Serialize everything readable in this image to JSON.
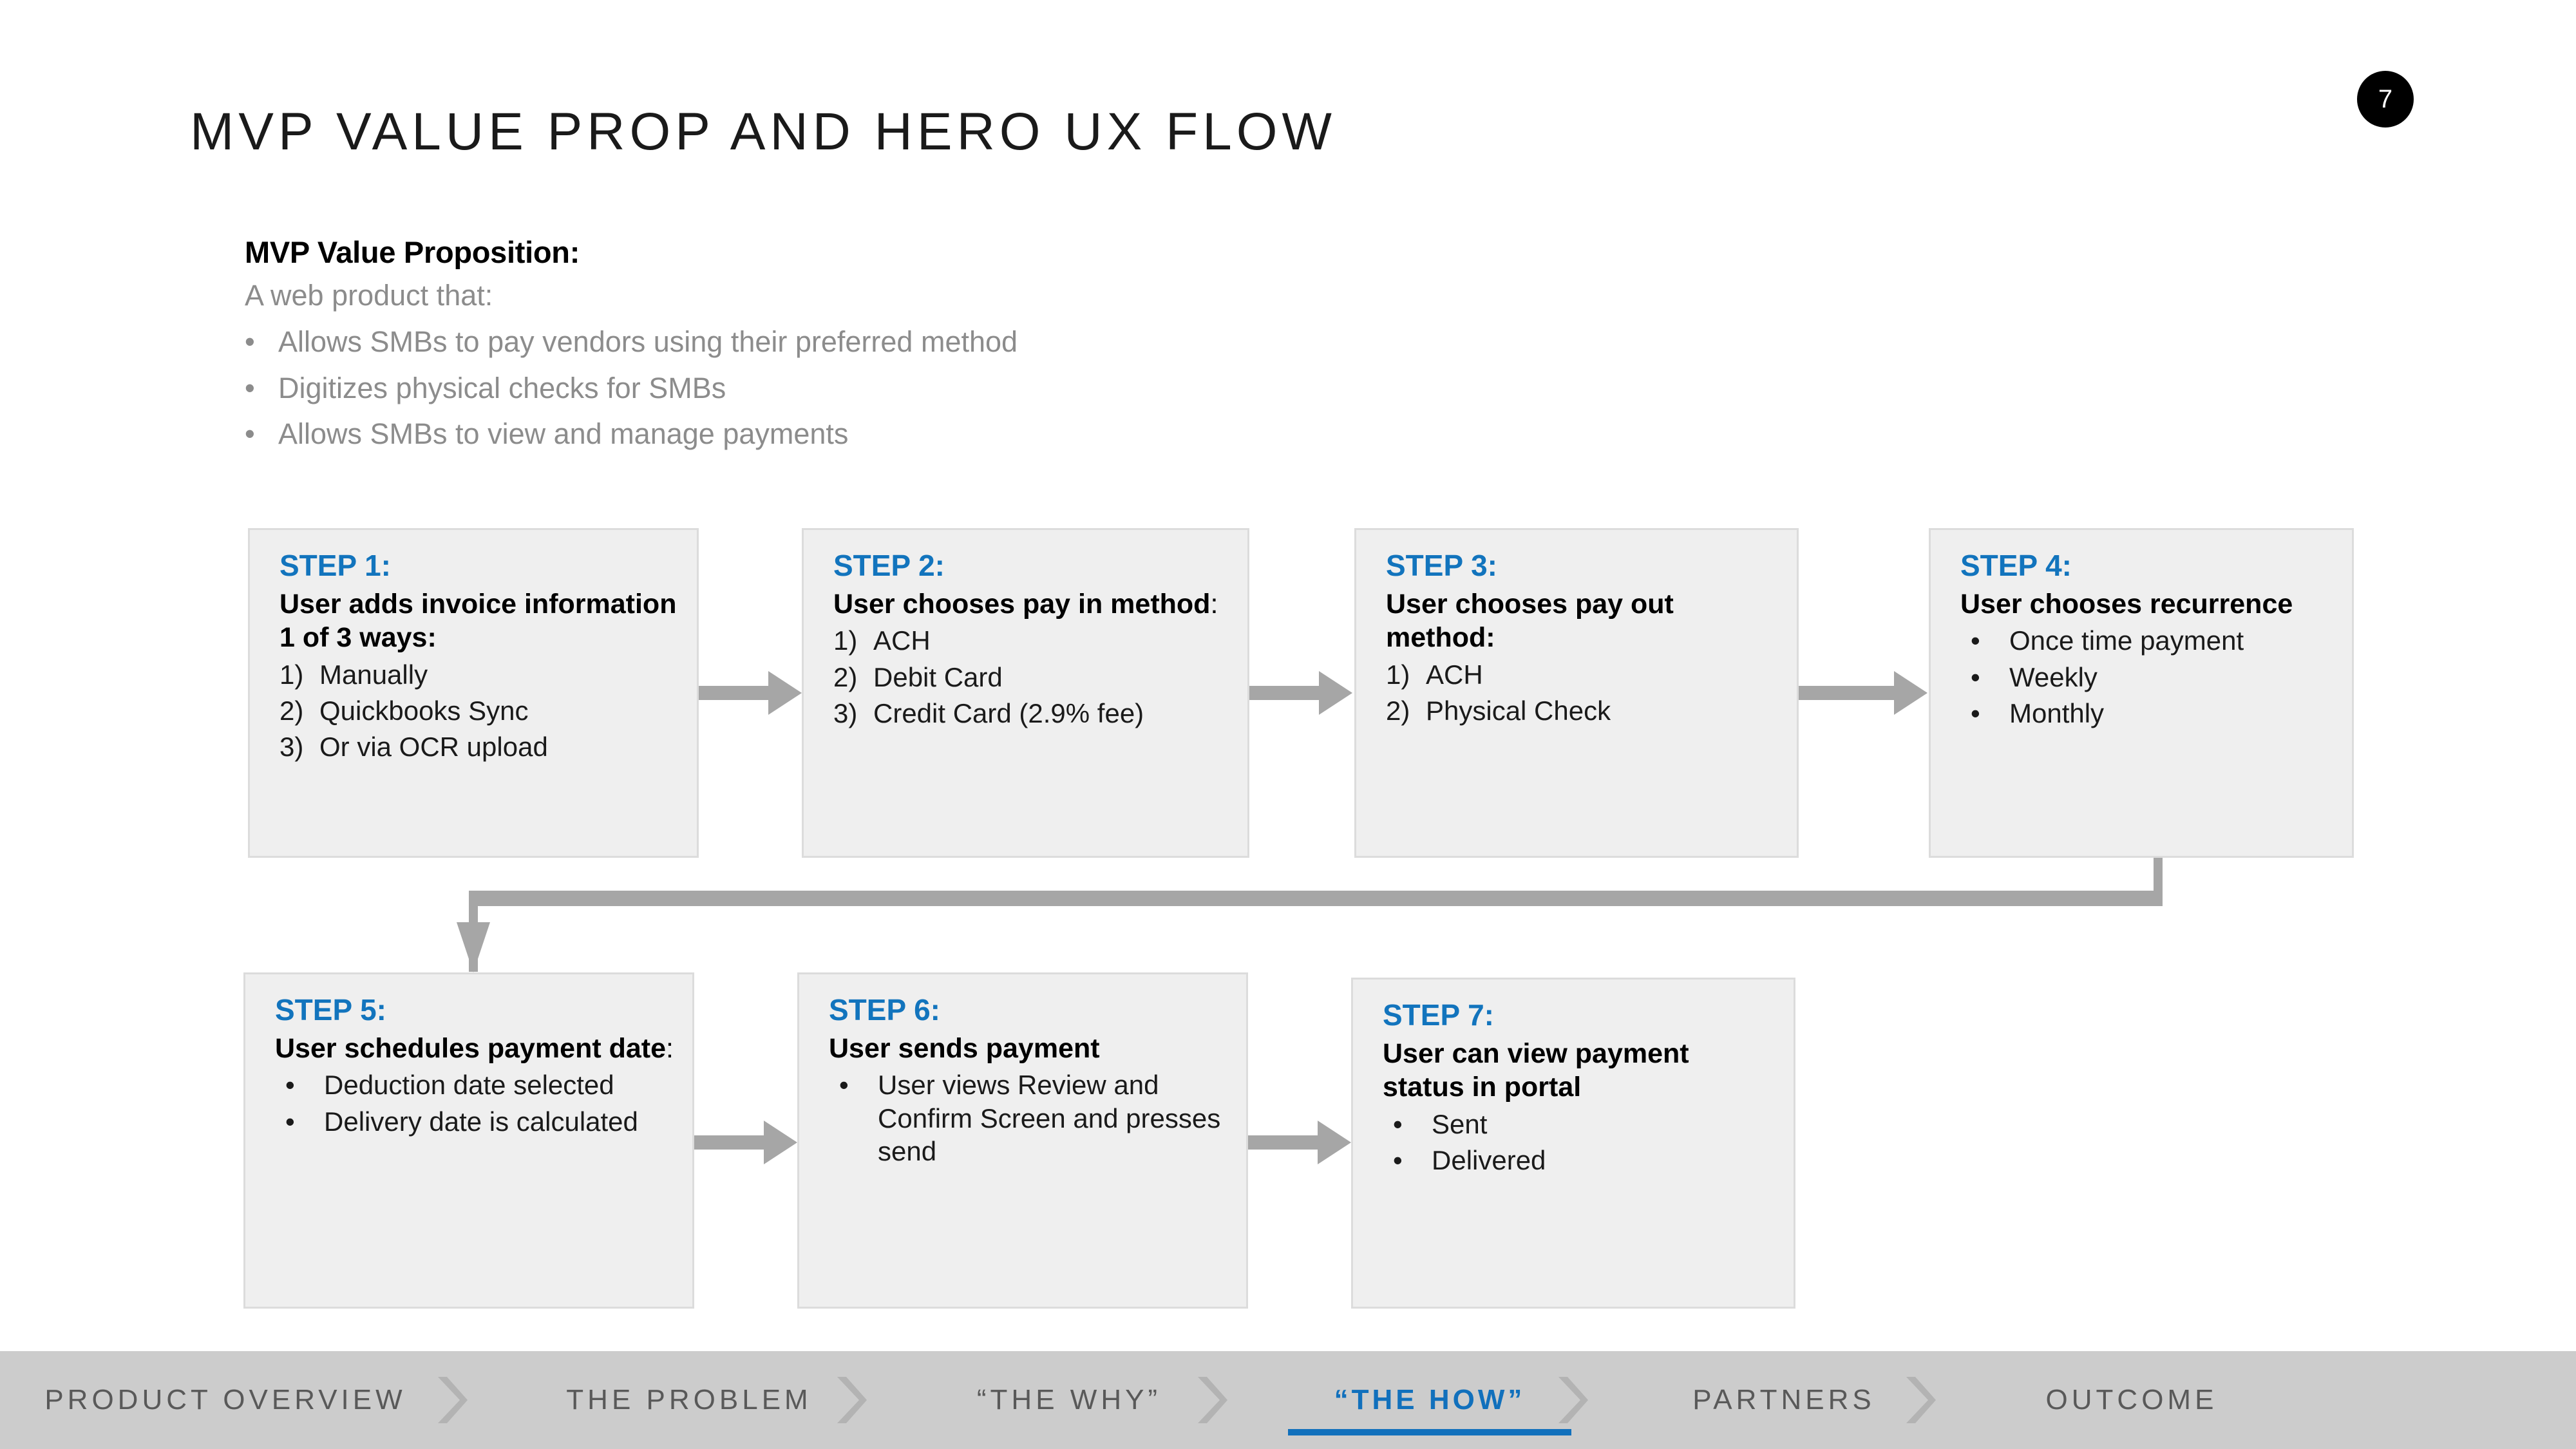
{
  "page_number": "7",
  "slide_title": "MVP VALUE PROP AND HERO UX FLOW",
  "value_proposition": {
    "heading": "MVP Value Proposition:",
    "subheading": "A web product that:",
    "bullet_marker": "•",
    "bullets": [
      "Allows SMBs to pay vendors using their preferred method",
      "Digitizes physical checks for SMBs",
      "Allows SMBs to view and manage payments"
    ]
  },
  "colors": {
    "accent_blue": "#1274bd",
    "nav_active_blue": "#1170bc",
    "box_fill": "#efefef",
    "box_border": "#dcdcdc",
    "arrow_gray": "#a6a6a6",
    "nav_bar_gray": "#cccccc",
    "nav_text_gray": "#595959",
    "muted_text": "#8c8c8c"
  },
  "steps": [
    {
      "head": "STEP 1:",
      "title": "User adds invoice information 1 of 3 ways:",
      "title_trailing": "",
      "list_style": "numbered",
      "items": [
        "Manually",
        "Quickbooks Sync",
        "Or via OCR upload"
      ]
    },
    {
      "head": "STEP 2:",
      "title": "User chooses pay in method",
      "title_trailing": ":",
      "list_style": "numbered",
      "items": [
        "ACH",
        "Debit Card",
        "Credit Card (2.9% fee)"
      ]
    },
    {
      "head": "STEP 3:",
      "title": "User chooses pay out method:",
      "title_trailing": "",
      "list_style": "numbered",
      "items": [
        "ACH",
        "Physical Check"
      ]
    },
    {
      "head": "STEP 4:",
      "title": "User chooses recurrence",
      "title_trailing": "",
      "list_style": "bulleted",
      "items": [
        "Once time payment",
        "Weekly",
        "Monthly"
      ]
    },
    {
      "head": "STEP 5:",
      "title": "User schedules payment date",
      "title_trailing": ":",
      "list_style": "bulleted",
      "items": [
        "Deduction date selected",
        "Delivery date is calculated"
      ]
    },
    {
      "head": "STEP 6:",
      "title": "User sends payment",
      "title_trailing": "",
      "list_style": "bulleted",
      "items": [
        "User views Review and Confirm Screen and presses send"
      ]
    },
    {
      "head": "STEP 7:",
      "title": "User can view payment status in portal",
      "title_trailing": "",
      "list_style": "bulleted",
      "items": [
        "Sent",
        "Delivered"
      ]
    }
  ],
  "list_markers": {
    "numbered": [
      "1)",
      "2)",
      "3)"
    ],
    "bulleted": "•"
  },
  "bottom_nav": {
    "items": [
      {
        "label": "PRODUCT OVERVIEW",
        "active": false
      },
      {
        "label": "THE PROBLEM",
        "active": false
      },
      {
        "label": "“THE WHY”",
        "active": false
      },
      {
        "label": "“THE HOW”",
        "active": true
      },
      {
        "label": "PARTNERS",
        "active": false
      },
      {
        "label": "OUTCOME",
        "active": false
      }
    ]
  }
}
